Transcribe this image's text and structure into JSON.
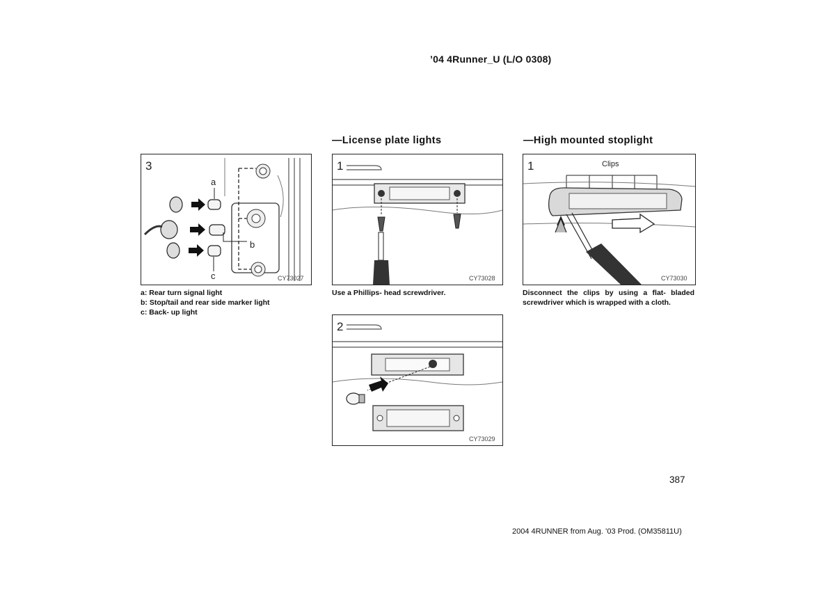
{
  "header": "’04 4Runner_U (L/O 0308)",
  "sections": {
    "license": "—License plate lights",
    "stoplight": "—High mounted stoplight"
  },
  "figures": {
    "fig_rear": {
      "step": "3",
      "code": "CY73027",
      "labels": [
        "a",
        "b",
        "c"
      ]
    },
    "fig_plate1": {
      "step": "1",
      "code": "CY73028"
    },
    "fig_plate2": {
      "step": "2",
      "code": "CY73029"
    },
    "fig_stop1": {
      "step": "1",
      "code": "CY73030",
      "label": "Clips"
    }
  },
  "captions": {
    "rear": [
      "a: Rear turn signal light",
      "b: Stop/tail and rear side marker light",
      "c: Back- up light"
    ],
    "plate1": "Use a Phillips- head screwdriver.",
    "stop1": "Disconnect the clips by using a flat- bladed screwdriver which is wrapped with a cloth."
  },
  "page_number": "387",
  "footer": "2004 4RUNNER from Aug. ’03 Prod. (OM35811U)"
}
